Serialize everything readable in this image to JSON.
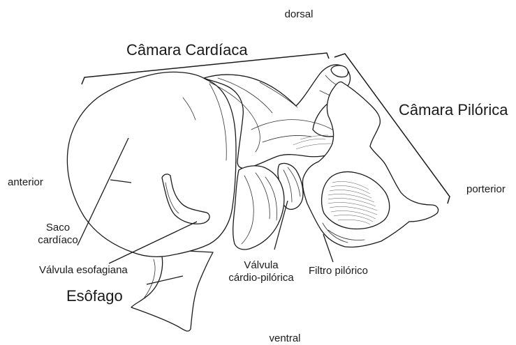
{
  "orientation": {
    "dorsal": "dorsal",
    "ventral": "ventral",
    "anterior": "anterior",
    "posterior": "porterior"
  },
  "regions": {
    "cardiac_chamber": "Câmara Cardíaca",
    "pyloric_chamber": "Câmara Pilórica"
  },
  "labels": {
    "cardiac_sac_line1": "Saco",
    "cardiac_sac_line2": "cardíaco",
    "esophageal_valve": "Válvula esofagiana",
    "esophagus": "Esôfago",
    "cardiopyloric_valve_line1": "Válvula",
    "cardiopyloric_valve_line2": "cárdio-pilórica",
    "pyloric_filter": "Filtro pilórico"
  }
}
